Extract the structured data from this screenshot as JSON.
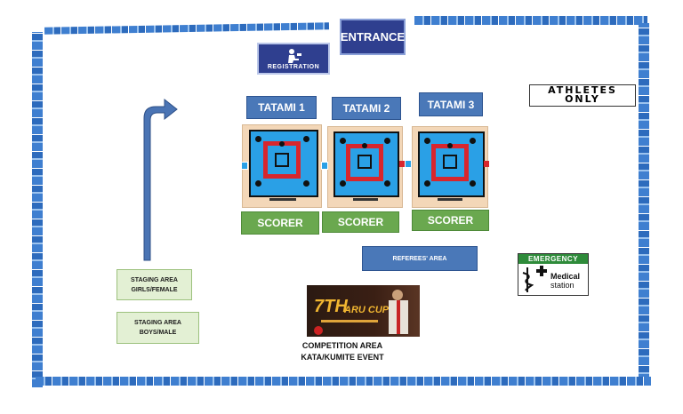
{
  "labels": {
    "entrance": "ENTRANCE",
    "registration": "REGISTRATION",
    "athletes_only": "ATHLETES ONLY",
    "tatami_1": "TATAMI 1",
    "tatami_2": "TATAMI 2",
    "tatami_3": "TATAMI 3",
    "scorer": "SCORER",
    "referees_area": "REFEREES' AREA",
    "staging_girls_line1": "STAGING AREA",
    "staging_girls_line2": "GIRLS/FEMALE",
    "staging_boys_line1": "STAGING AREA",
    "staging_boys_line2": "BOYS/MALE",
    "emergency": "EMERGENCY",
    "medical": "Medical",
    "station": "station",
    "poster_title": "7TH",
    "poster_sub": "ARU CUP",
    "competition_line1": "COMPETITION AREA",
    "competition_line2": "KATA/KUMITE EVENT"
  },
  "colors": {
    "wall_blue": "#3f7fd0",
    "navy": "#2f3f8f",
    "tatami_label_blue": "#4a78b8",
    "scorer_green": "#6aa84f",
    "mat_blue": "#2aa0e6",
    "mat_red": "#d8262d",
    "staging_green": "#e3f0d4",
    "emergency_green": "#2e8b3a"
  },
  "icons": [
    "registration-person-icon",
    "medical-cross-icon",
    "caduceus-icon",
    "direction-arrow-icon"
  ]
}
